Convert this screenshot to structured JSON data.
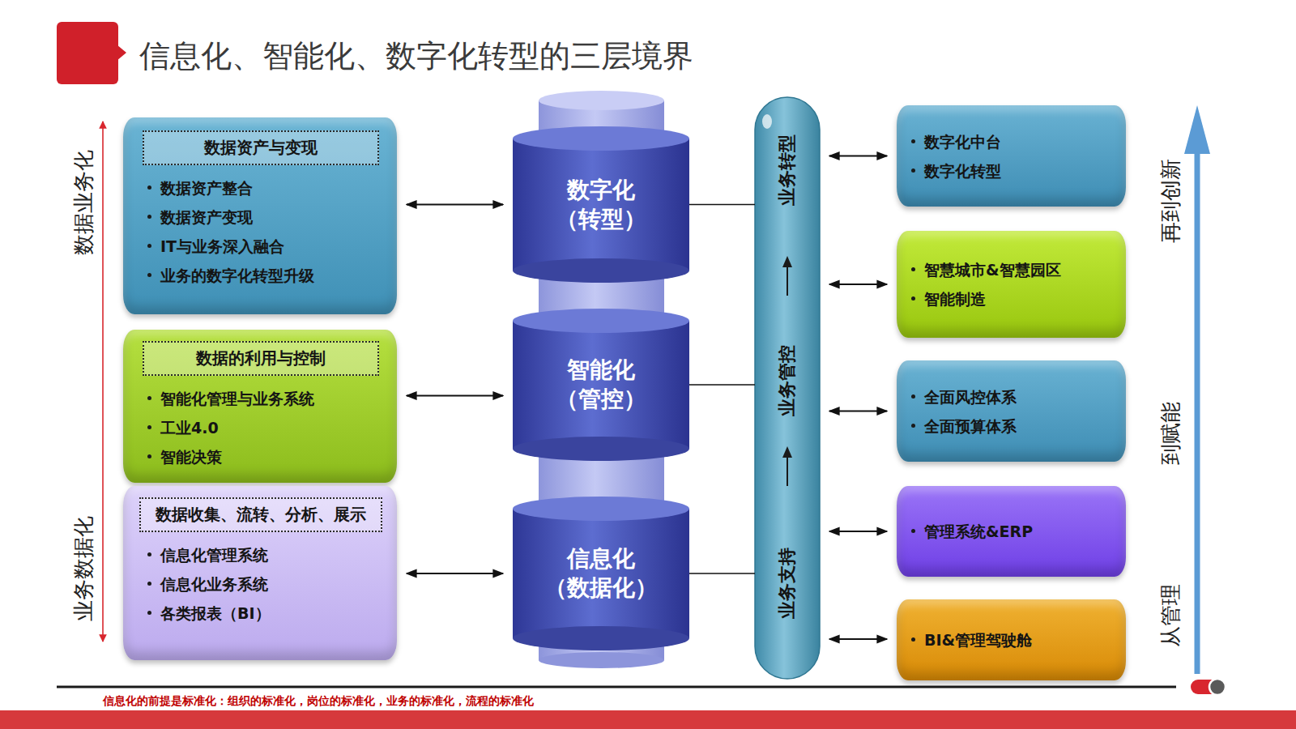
{
  "diagram": {
    "title": "信息化、智能化、数字化转型的三层境界",
    "nodes": [
      {
        "text": [
          "数据资产整合",
          "数据资产变现",
          "IT与业务深入融合",
          "业务的数字化转型升级"
        ]
      },
      {
        "text": [
          "数据资产与变现"
        ],
        "in": 0
      },
      {
        "text": [
          "智能化管理与业务系统",
          "工业4.0",
          "智能决策"
        ]
      },
      {
        "text": [
          "数据的利用与控制"
        ],
        "in": 2
      },
      {
        "text": [
          "信息化管理系统",
          "信息化业务系统",
          "各类报表（BI）"
        ]
      },
      {
        "text": [
          "数据收集、流转、分析、展示"
        ],
        "in": 4
      },
      {
        "text": [
          "数字化",
          "（转型）"
        ]
      },
      {
        "text": [
          "智能化",
          "（管控）"
        ]
      },
      {
        "text": [
          "信息化",
          "（数据化）"
        ]
      },
      {
        "text": [
          "业务转型",
          "业务管控",
          "业务支持"
        ]
      },
      {
        "text": [
          "数字化中台",
          "数字化转型"
        ]
      },
      {
        "text": [
          "智慧城市&智慧园区",
          "智能制造"
        ]
      },
      {
        "text": [
          "全面风控体系",
          "全面预算体系"
        ]
      },
      {
        "text": [
          "管理系统&ERP"
        ]
      },
      {
        "text": [
          "BI&管理驾驶舱"
        ]
      }
    ],
    "edges": [
      {
        "from": 0,
        "to": 6,
        "arrow": "both"
      },
      {
        "from": 2,
        "to": 7,
        "arrow": "both"
      },
      {
        "from": 4,
        "to": 8,
        "arrow": "both"
      },
      {
        "from": 6,
        "to": 9,
        "arrow": "none"
      },
      {
        "from": 7,
        "to": 9,
        "arrow": "none"
      },
      {
        "from": 8,
        "to": 9,
        "arrow": "none"
      },
      {
        "from": 9,
        "to": 10,
        "arrow": "both"
      },
      {
        "from": 9,
        "to": 11,
        "arrow": "both"
      },
      {
        "from": 9,
        "to": 12,
        "arrow": "both"
      },
      {
        "from": 9,
        "to": 13,
        "arrow": "both"
      },
      {
        "from": 9,
        "to": 14,
        "arrow": "both"
      }
    ],
    "labels": [
      "数据业务化",
      "业务数据化",
      "再到创新",
      "到赋能",
      "从管理",
      "信息化的前提是标准化：组织的标准化，岗位的标准化，业务的标准化，流程的标准化"
    ]
  }
}
